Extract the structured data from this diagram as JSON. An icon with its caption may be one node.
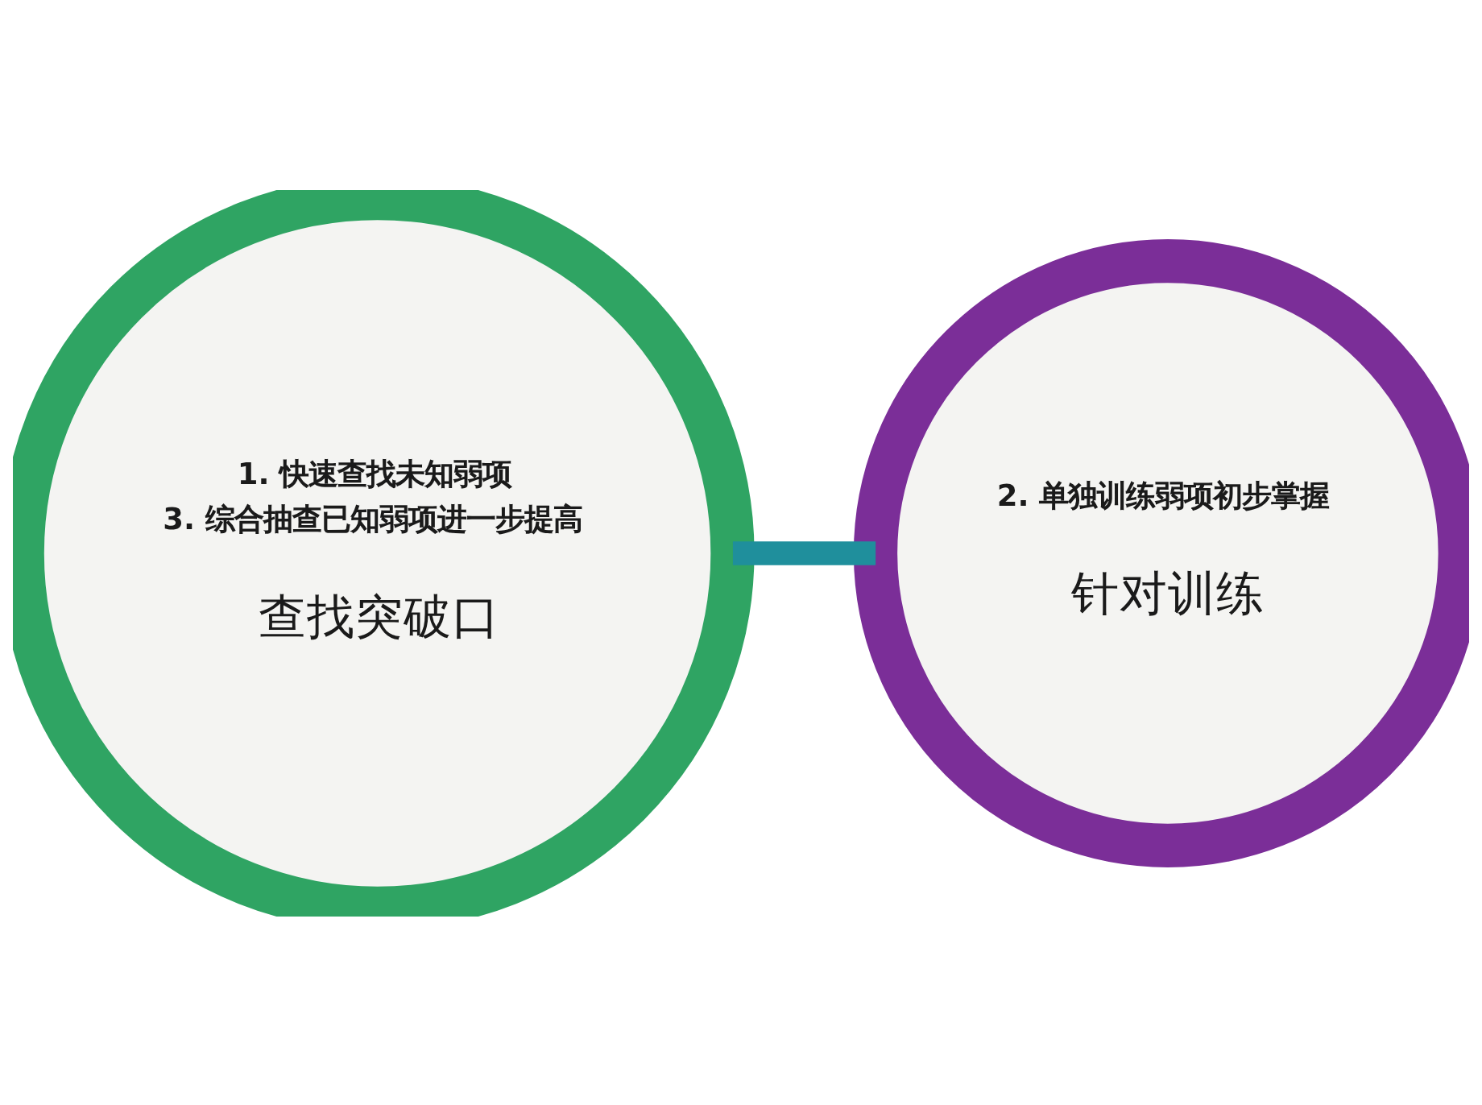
{
  "diagram": {
    "nodes": [
      {
        "text": [
          "1. 快速查找未知弱项",
          "3. 综合抽查已知弱项进一步提高",
          "查找突破口"
        ]
      },
      {
        "text": [
          "2. 单独训练弱项初步掌握",
          "针对训练"
        ]
      }
    ],
    "edges": [
      {
        "from": 0,
        "to": 1,
        "arrow": "none"
      }
    ]
  }
}
